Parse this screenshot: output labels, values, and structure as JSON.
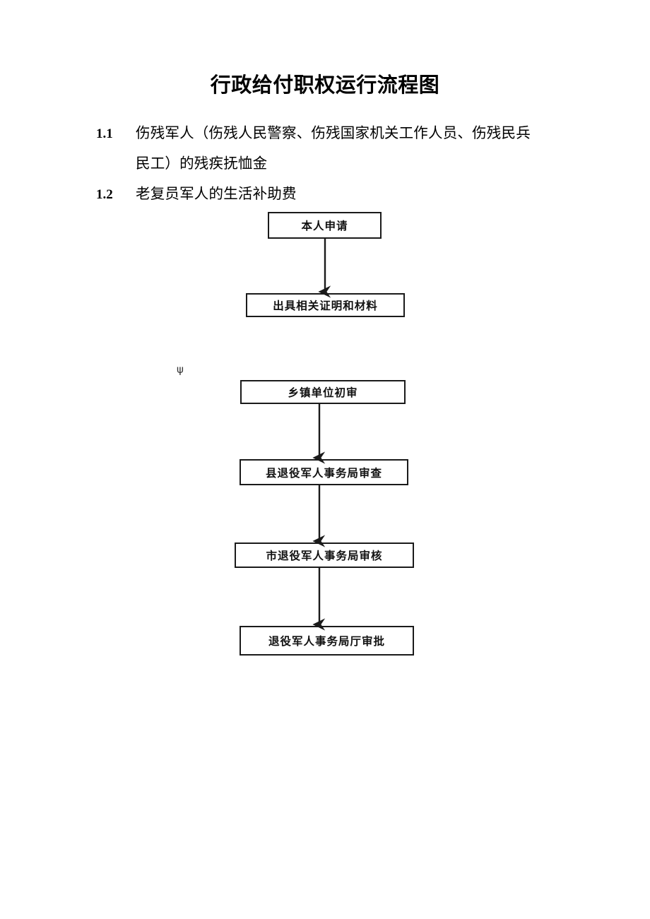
{
  "document": {
    "title": "行政给付职权运行流程图",
    "list": [
      {
        "number": "1.1",
        "line1": "伤残军人（伤残人民警察、伤残国家机关工作人员、伤残民兵",
        "line2": "民工）的残疾抚恤金"
      },
      {
        "number": "1.2",
        "line1": "老复员军人的生活补助费",
        "line2": ""
      }
    ],
    "stray_glyph": "ψ"
  },
  "flowchart": {
    "type": "flowchart",
    "orientation": "top-to-bottom",
    "nodes": [
      {
        "id": "n1",
        "label": "本人申请"
      },
      {
        "id": "n2",
        "label": "出具相关证明和材料"
      },
      {
        "id": "n3",
        "label": "乡镇单位初审"
      },
      {
        "id": "n4",
        "label": "县退役军人事务局审查"
      },
      {
        "id": "n5",
        "label": "市退役军人事务局审核"
      },
      {
        "id": "n6",
        "label": "退役军人事务局厅审批"
      }
    ],
    "edges": [
      {
        "from": "n1",
        "to": "n2"
      },
      {
        "from": "n3",
        "to": "n4"
      },
      {
        "from": "n4",
        "to": "n5"
      },
      {
        "from": "n5",
        "to": "n6"
      }
    ],
    "colors": {
      "border": "#1a1a1a",
      "fill": "#ffffff",
      "arrow": "#1a1a1a",
      "text": "#111111"
    }
  }
}
